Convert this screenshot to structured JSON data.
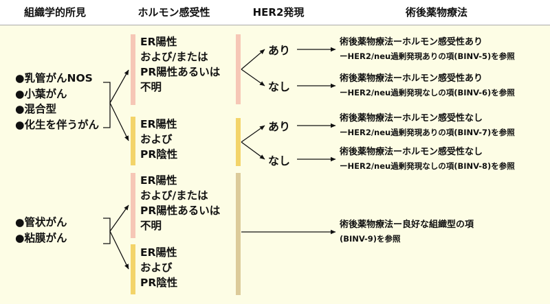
{
  "header": {
    "col1": "組織学的所見",
    "col2": "ホルモン感受性",
    "col3": "HER2発現",
    "col4": "術後薬物療法"
  },
  "histology": {
    "group1": [
      "●乳管がんNOS",
      "●小葉がん",
      "●混合型",
      "●化生を伴うがん"
    ],
    "group2": [
      "●管状がん",
      "●粘膜がん"
    ]
  },
  "hormone": {
    "positive": [
      "ER陽性",
      "および/または",
      "PR陽性あるいは",
      "不明"
    ],
    "negative": [
      "ER陽性",
      "および",
      "PR陰性"
    ]
  },
  "her2": {
    "yes": "あり",
    "no": "なし"
  },
  "results": {
    "r1": {
      "title": "術後薬物療法ーホルモン感受性あり",
      "line2": "ーHER2/neu過剰発現ありの項(BINV-5)を参照"
    },
    "r2": {
      "title": "術後薬物療法ーホルモン感受性あり",
      "line2": "ーHER2/neu過剰発現なしの項(BINV-6)を参照"
    },
    "r3": {
      "title": "術後薬物療法ーホルモン感受性なし",
      "line2": "ーHER2/neu過剰発現ありの項(BINV-7)を参照"
    },
    "r4": {
      "title": "術後薬物療法ーホルモン感受性なし",
      "line2": "ーHER2/neu過剰発現なしの項(BINV-8)を参照"
    },
    "r5": {
      "title": "術後薬物療法ー良好な組織型の項",
      "line2": "(BINV-9)を参照"
    }
  },
  "colors": {
    "pink": "#f6c7b6",
    "yellow": "#f3d469",
    "tan": "#dccb9a",
    "background": "#fdfde5"
  }
}
